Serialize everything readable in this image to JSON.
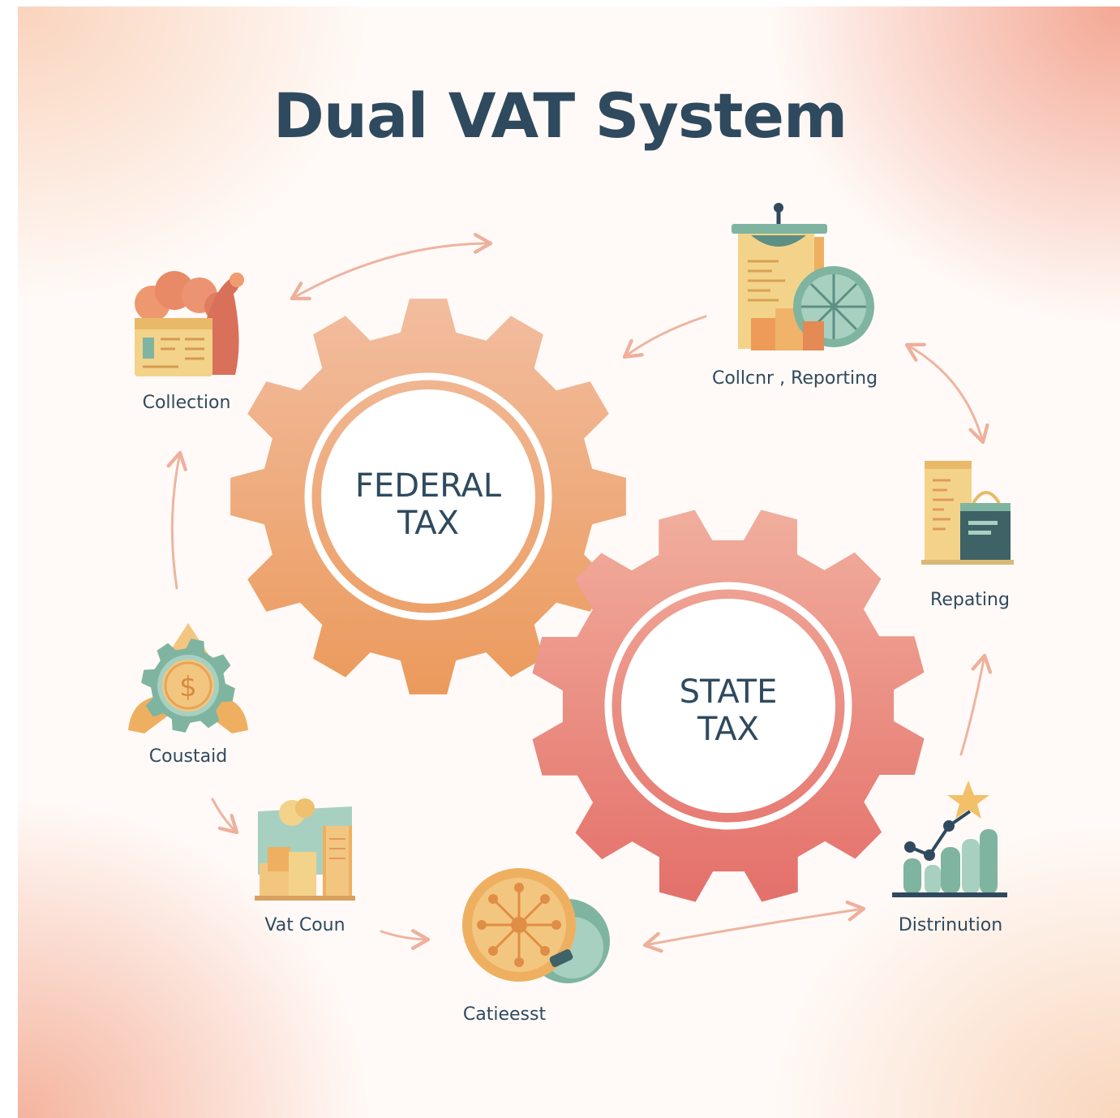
{
  "title": "Dual VAT System",
  "gears": {
    "federal": {
      "line1": "FEDERAL",
      "line2": "TAX"
    },
    "state": {
      "line1": "STATE",
      "line2": "TAX"
    }
  },
  "nodes": {
    "collection": {
      "label": "Collection",
      "icon": "tax-form-icon"
    },
    "collector_reporting": {
      "label": "Collcnr , Reporting",
      "icon": "ledger-chart-icon"
    },
    "repating": {
      "label": "Repating",
      "icon": "report-bag-icon"
    },
    "distrinution": {
      "label": "Distrinution",
      "icon": "growth-chart-icon"
    },
    "catieesst": {
      "label": "Catieesst",
      "icon": "coin-network-icon"
    },
    "vat_coun": {
      "label": "Vat Coun",
      "icon": "documents-icon"
    },
    "coustaid": {
      "label": "Coustaid",
      "icon": "dollar-gear-icon"
    }
  },
  "colors": {
    "title": "#2f4a5e",
    "federal_gear_top": "#f2b89a",
    "federal_gear_bottom": "#ea9b5e",
    "state_gear_top": "#f0aa9a",
    "state_gear_bottom": "#e5736b",
    "teal": "#6fb2a0",
    "yellow": "#f3d38a",
    "arrow": "#eeb4a0"
  }
}
